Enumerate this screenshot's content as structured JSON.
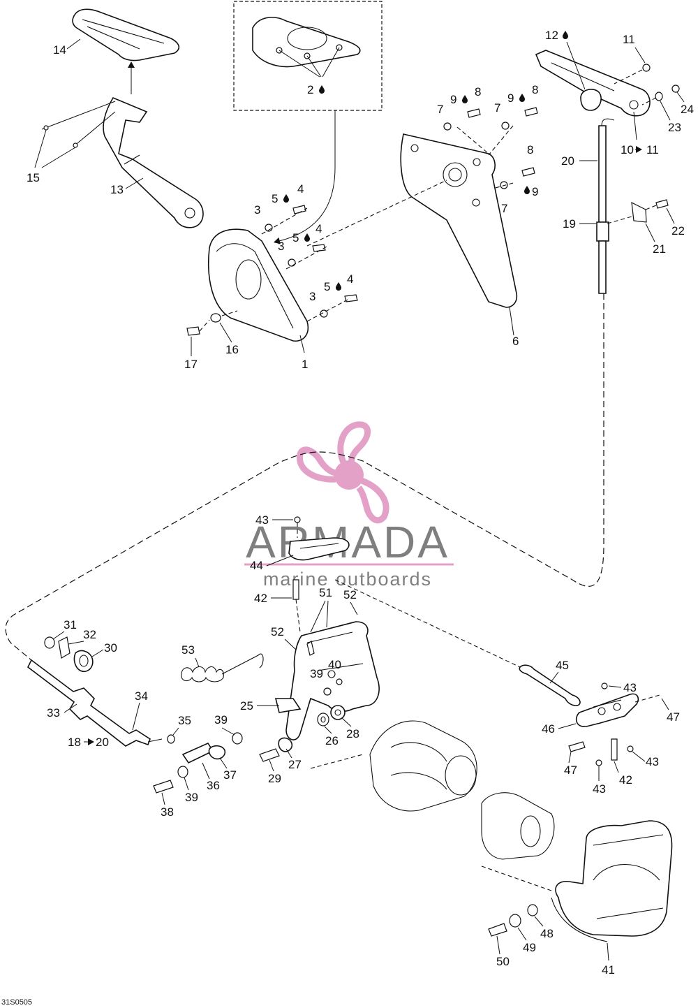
{
  "callouts": {
    "c1": "1",
    "c2": "2",
    "c3a": "3",
    "c3b": "3",
    "c3c": "3",
    "c4a": "4",
    "c4b": "4",
    "c4c": "4",
    "c5a": "5",
    "c5b": "5",
    "c5c": "5",
    "c6": "6",
    "c7a": "7",
    "c7b": "7",
    "c7c": "7",
    "c8a": "8",
    "c8b": "8",
    "c8c": "8",
    "c9a": "9",
    "c9b": "9",
    "c9c": "9",
    "c10": "10",
    "c10b": "11",
    "c11": "11",
    "c12": "12",
    "c13": "13",
    "c14": "14",
    "c15": "15",
    "c16": "16",
    "c17": "17",
    "c18": "18",
    "c18b": "20",
    "c19": "19",
    "c20": "20",
    "c21": "21",
    "c22": "22",
    "c23": "23",
    "c24": "24",
    "c25": "25",
    "c26": "26",
    "c27": "27",
    "c28": "28",
    "c29": "29",
    "c30": "30",
    "c31": "31",
    "c32": "32",
    "c33": "33",
    "c34": "34",
    "c35": "35",
    "c36": "36",
    "c37": "37",
    "c38": "38",
    "c39a": "39",
    "c39b": "39",
    "c39c": "39",
    "c40": "40",
    "c41": "41",
    "c42a": "42",
    "c42b": "42",
    "c43a": "43",
    "c43b": "43",
    "c43c": "43",
    "c43d": "43",
    "c44": "44",
    "c45": "45",
    "c46": "46",
    "c47a": "47",
    "c47b": "47",
    "c48": "48",
    "c49": "49",
    "c50": "50",
    "c51": "51",
    "c52a": "52",
    "c52b": "52",
    "c53": "53"
  },
  "icons": {
    "lubricant": "oil-drop-icon",
    "reference_arrow": "right-arrow-icon"
  },
  "watermark": {
    "brand": "ARMADA",
    "tagline": "marine outboards",
    "brand_color": "#7f7f7f",
    "logo_color": "#e4a1c8"
  },
  "diagram_code": "31S0505"
}
